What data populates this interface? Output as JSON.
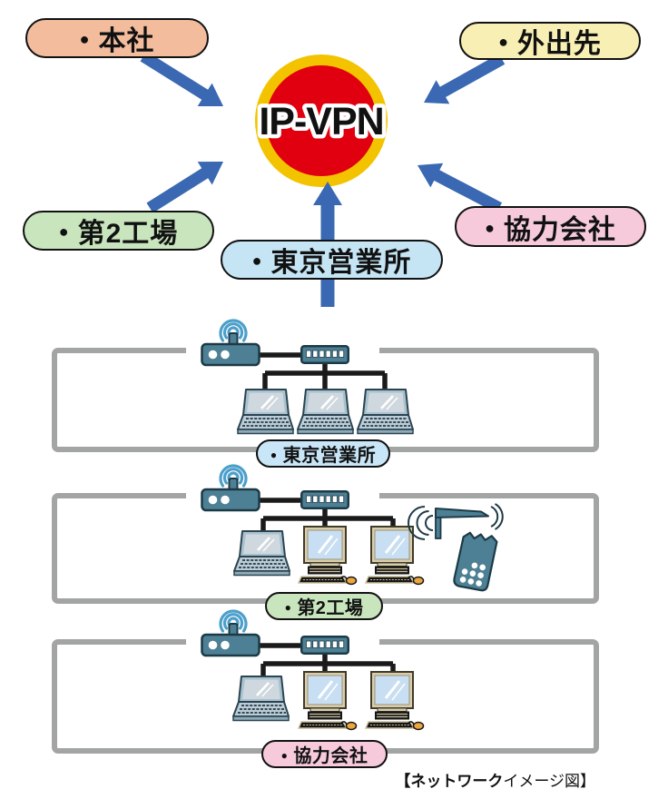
{
  "icons": {
    "bullet": "●"
  },
  "center": {
    "label": "IP-VPN"
  },
  "pills": {
    "honsha": "本社",
    "gaishutsusaki": "外出先",
    "dai2kojo": "第2工場",
    "tokyo_eigyosho": "東京営業所",
    "kyoryoku_gaisha": "協力会社"
  },
  "networks": [
    {
      "label": "東京営業所",
      "devices": [
        "wireless-router",
        "lan-hub",
        "laptop",
        "laptop",
        "laptop"
      ]
    },
    {
      "label": "第2工場",
      "devices": [
        "wireless-router",
        "lan-hub",
        "laptop",
        "desktop-pc",
        "desktop-pc",
        "wireless-antenna",
        "handheld-terminal"
      ]
    },
    {
      "label": "協力会社",
      "devices": [
        "wireless-router",
        "lan-hub",
        "laptop",
        "desktop-pc",
        "desktop-pc"
      ]
    }
  ],
  "caption": {
    "bold": "【ネットワーク",
    "normal": "イメージ図】"
  },
  "colors": {
    "arrow_blue": "#3A68B2",
    "vpn_ring_yellow": "#F3C300",
    "vpn_red": "#E1000F",
    "honsha_pill": "#F2BC9D",
    "gaishutsusaki_pill": "#F8EFB4",
    "dai2kojo_pill": "#C8E5BD",
    "tokyo_pill": "#C5E5F5",
    "kyoryoku_pill": "#F6CADB",
    "box_border_gray": "#A2A5A4",
    "device_teal": "#4E8095",
    "wifi_blue": "#4C9FCB",
    "cable_black": "#1A1A1A"
  }
}
